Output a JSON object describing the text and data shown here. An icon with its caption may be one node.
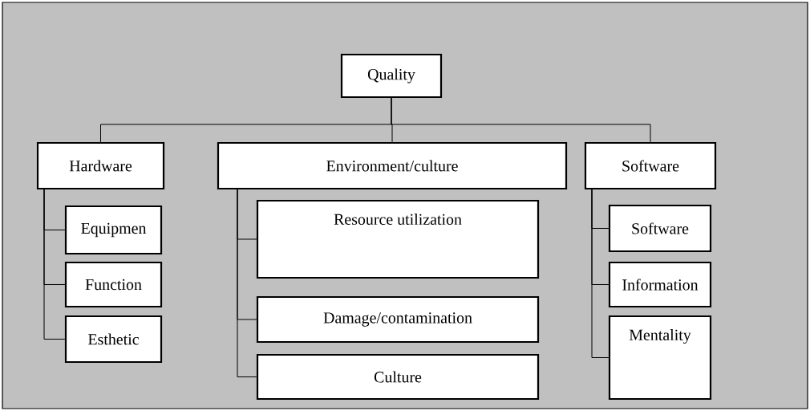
{
  "diagram": {
    "nodes": [
      {
        "text": [
          "Quality"
        ]
      },
      {
        "text": [
          "Hardware"
        ]
      },
      {
        "text": [
          "Environment/culture"
        ]
      },
      {
        "text": [
          "Software"
        ]
      },
      {
        "text": [
          "Equipmen"
        ]
      },
      {
        "text": [
          "Function"
        ]
      },
      {
        "text": [
          "Esthetic"
        ]
      },
      {
        "text": [
          "Resource utilization"
        ]
      },
      {
        "text": [
          "Damage/contamination"
        ]
      },
      {
        "text": [
          "Culture"
        ]
      },
      {
        "text": [
          "Software"
        ]
      },
      {
        "text": [
          "Information"
        ]
      },
      {
        "text": [
          "Mentality"
        ]
      }
    ],
    "edges": [
      {
        "from": 0,
        "to": 1,
        "arrow": "none"
      },
      {
        "from": 0,
        "to": 2,
        "arrow": "none"
      },
      {
        "from": 0,
        "to": 3,
        "arrow": "none"
      },
      {
        "from": 1,
        "to": 4,
        "arrow": "none"
      },
      {
        "from": 1,
        "to": 5,
        "arrow": "none"
      },
      {
        "from": 1,
        "to": 6,
        "arrow": "none"
      },
      {
        "from": 2,
        "to": 7,
        "arrow": "none"
      },
      {
        "from": 2,
        "to": 8,
        "arrow": "none"
      },
      {
        "from": 2,
        "to": 9,
        "arrow": "none"
      },
      {
        "from": 3,
        "to": 10,
        "arrow": "none"
      },
      {
        "from": 3,
        "to": 11,
        "arrow": "none"
      },
      {
        "from": 3,
        "to": 12,
        "arrow": "none"
      }
    ]
  }
}
